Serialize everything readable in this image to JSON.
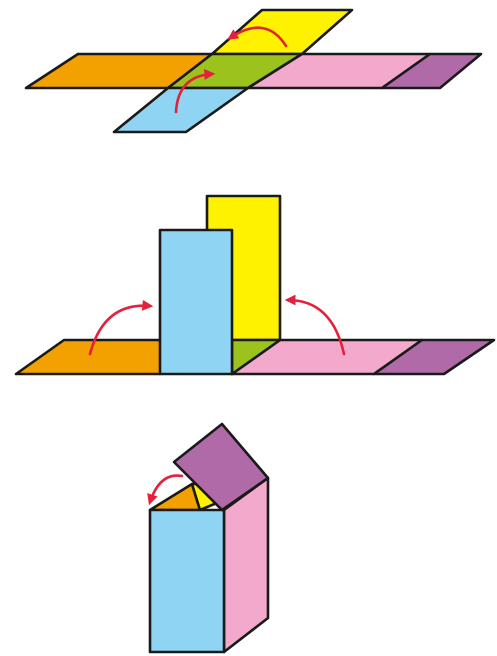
{
  "colors": {
    "orange": "#f3a100",
    "yellow": "#fff200",
    "green": "#9bc21d",
    "pink": "#f2a9cb",
    "purple": "#b06aa8",
    "blue": "#8fd4f2",
    "arrow": "#e5203a",
    "outline": "#1a1a1a"
  },
  "steps": [
    {
      "stage": "flat-net"
    },
    {
      "stage": "side-faces-raised"
    },
    {
      "stage": "box-closing"
    }
  ]
}
